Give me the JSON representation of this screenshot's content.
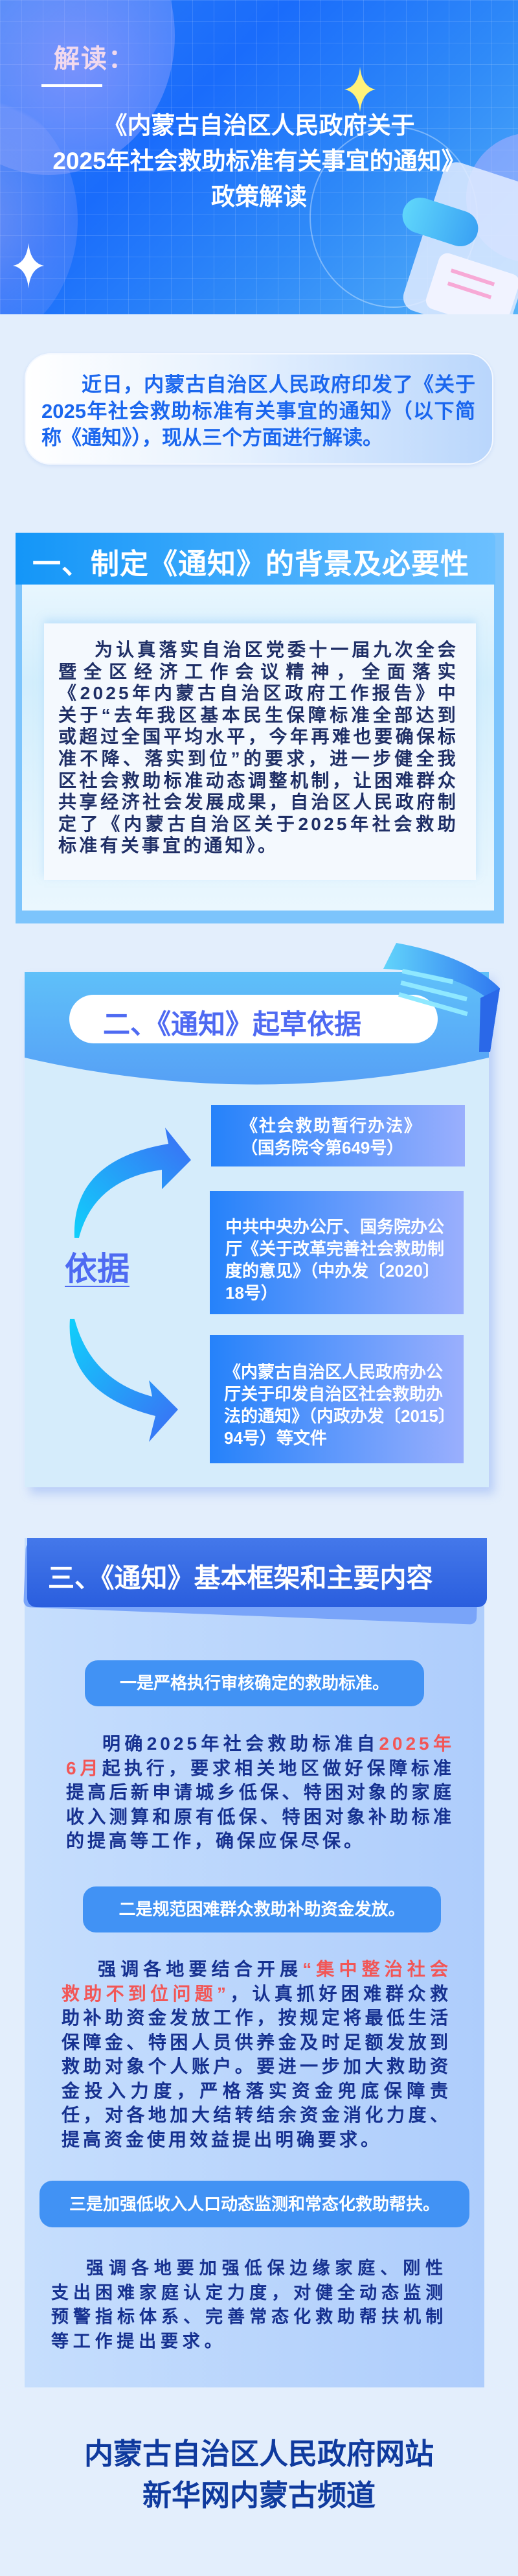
{
  "hero": {
    "kicker": "解读：",
    "title_lines": [
      "《内蒙古自治区人民政府关于",
      "2025年社会救助标准有关事宜的通知》",
      "政策解读"
    ]
  },
  "intro": "近日，内蒙古自治区人民政府印发了《关于2025年社会救助标准有关事宜的通知》（以下简称《通知》），现从三个方面进行解读。",
  "section1": {
    "title": "一、制定《通知》的背景及必要性",
    "body": "为认真落实自治区党委十一届九次全会暨全区经济工作会议精神，全面落实《2025年内蒙古自治区政府工作报告》中关于“去年我区基本民生保障标准全部达到或超过全国平均水平，今年再难也要确保标准不降、落实到位”的要求，进一步健全我区社会救助标准动态调整机制，让困难群众共享经济社会发展成果，自治区人民政府制定了《内蒙古自治区关于2025年社会救助标准有关事宜的通知》。"
  },
  "section2": {
    "title": "二、《通知》起草依据",
    "label": "依据",
    "items": [
      {
        "line1": "《社会救助暂行办法》",
        "line2": "（国务院令第649号）"
      },
      {
        "text": "中共中央办公厅、国务院办公厅《关于改革完善社会救助制度的意见》（中办发〔2020〕18号）"
      },
      {
        "text": "《内蒙古自治区人民政府办公厅关于印发自治区社会救助办法的通知》（内政办发〔2015〕94号）等文件"
      }
    ]
  },
  "section3": {
    "title": "三、《通知》基本框架和主要内容",
    "points": [
      {
        "heading": "一是严格执行审核确定的救助标准。",
        "pre": "明确2025年社会救助标准自",
        "highlight": "2025年6月",
        "post": "起执行，要求相关地区做好保障标准提高后新申请城乡低保、特困对象的家庭收入测算和原有低保、特困对象补助标准的提高等工作，确保应保尽保。"
      },
      {
        "heading": "二是规范困难群众救助补助资金发放。",
        "pre": "强调各地要结合开展",
        "highlight": "“集中整治社会救助不到位问题”",
        "post": "，认真抓好困难群众救助补助资金发放工作，按规定将最低生活保障金、特困人员供养金及时足额发放到救助对象个人账户。要进一步加大救助资金投入力度，严格落实资金兜底保障责任，对各地加大结转结余资金消化力度、提高资金使用效益提出明确要求。"
      },
      {
        "heading": "三是加强低收入人口动态监测和常态化救助帮扶。",
        "body": "强调各地要加强低保边缘家庭、刚性支出困难家庭认定力度，对健全动态监测预警指标体系、完善常态化救助帮扶机制等工作提出要求。"
      }
    ]
  },
  "footer": {
    "line1": "内蒙古自治区人民政府网站",
    "line2": "新华网内蒙古频道"
  },
  "colors": {
    "accent": "#1a6cfb",
    "highlight": "#f25656",
    "navy": "#163190",
    "pill": "#4192f4"
  }
}
